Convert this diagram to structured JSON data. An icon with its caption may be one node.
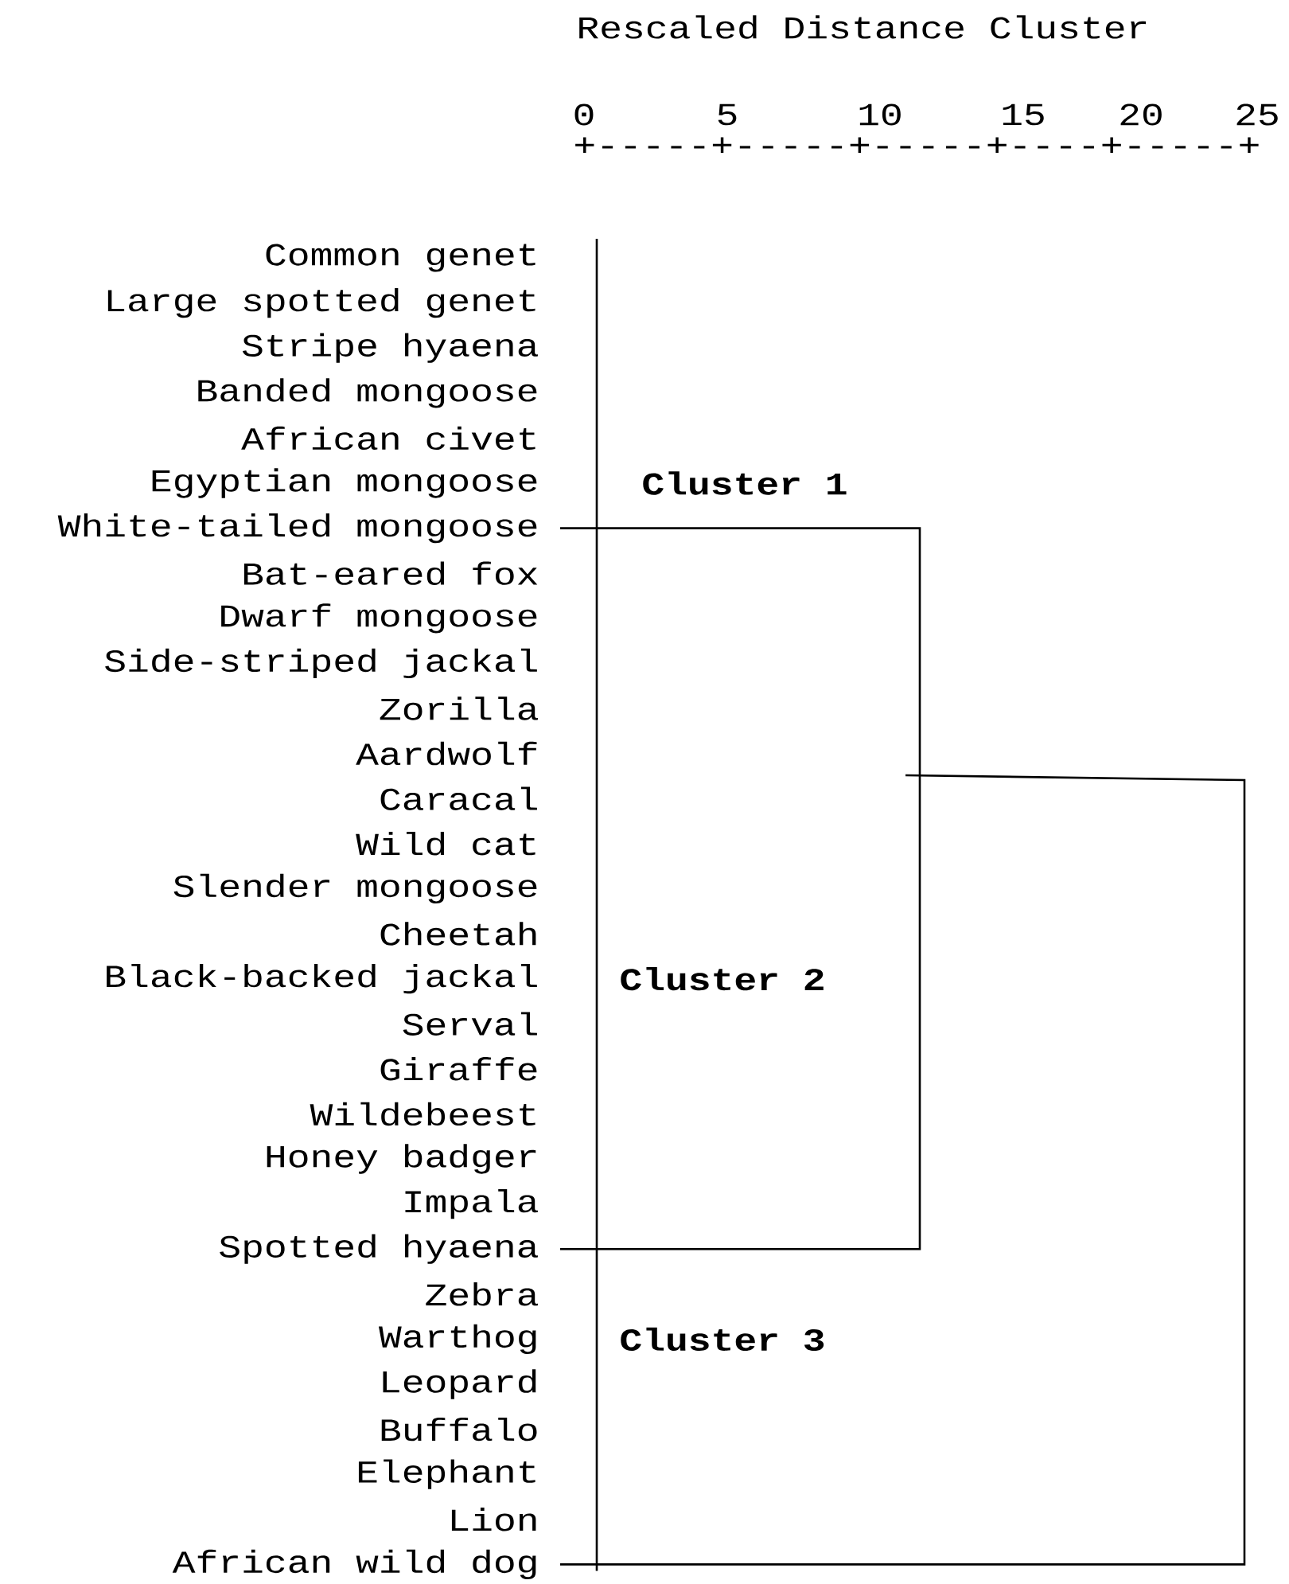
{
  "diagram": {
    "title": "Rescaled Distance Cluster",
    "labels": [
      "0",
      "5",
      "10",
      "15",
      "20",
      "25",
      "+-----+-----+-----+----+-----+",
      "Common genet",
      "Large spotted genet",
      "Stripe hyaena",
      "Banded mongoose",
      "African civet",
      "Egyptian mongoose",
      "Cluster 1",
      "White-tailed mongoose",
      "Bat-eared fox",
      "Dwarf mongoose",
      "Side-striped jackal",
      "Zorilla",
      "Aardwolf",
      "Caracal",
      "Wild cat",
      "Slender mongoose",
      "Cheetah",
      "Black-backed jackal",
      "Cluster 2",
      "Serval",
      "Giraffe",
      "Wildebeest",
      "Honey badger",
      "Impala",
      "Spotted hyaena",
      "Zebra",
      "Warthog",
      "Cluster 3",
      "Leopard",
      "Buffalo",
      "Elephant",
      "Lion",
      "African wild dog"
    ]
  }
}
